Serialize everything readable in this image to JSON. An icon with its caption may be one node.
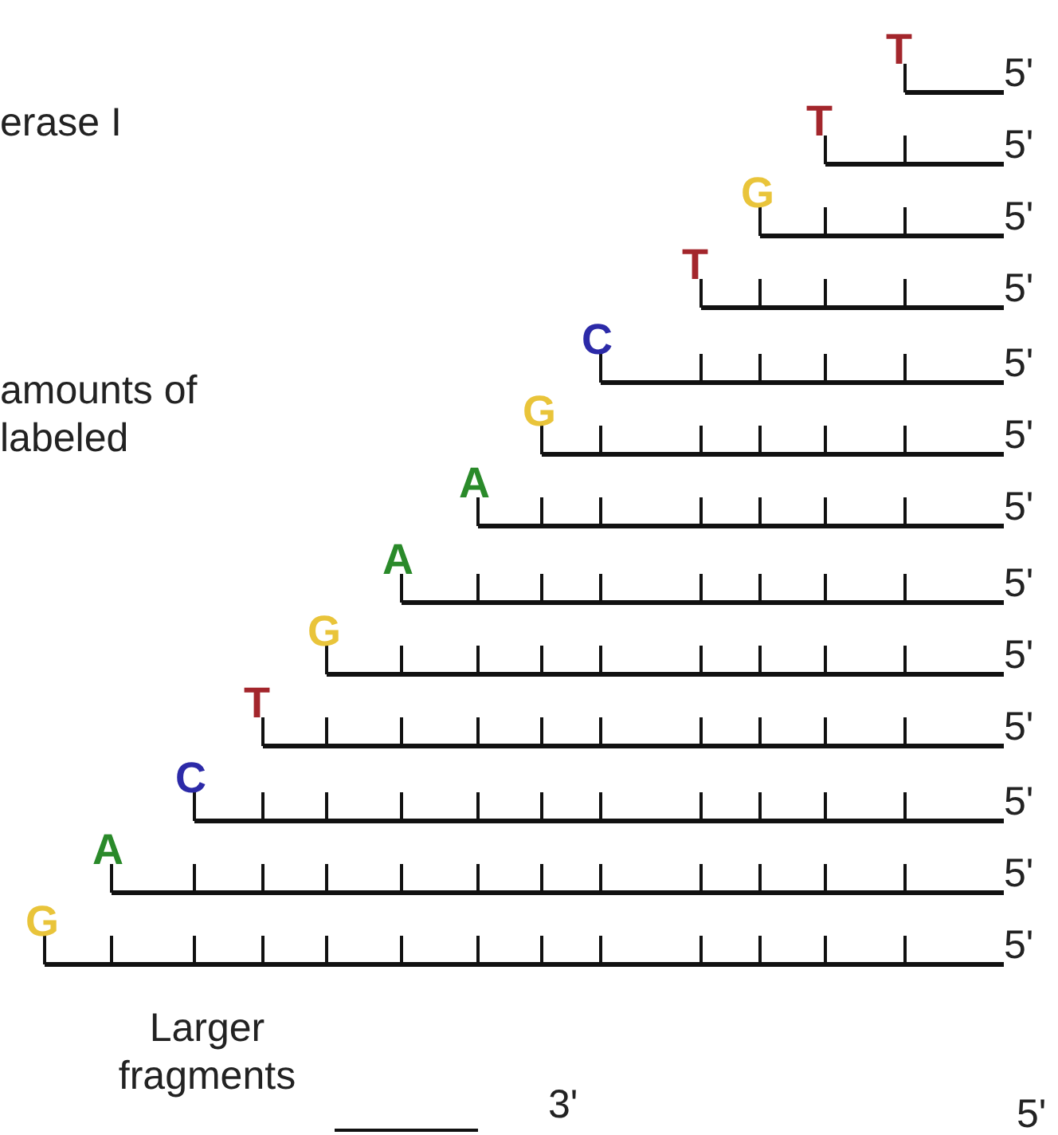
{
  "diagram": {
    "labels": [
      "erase I",
      "amounts of labeled",
      "T",
      "T",
      "G",
      "T",
      "C",
      "G",
      "A",
      "A",
      "G",
      "T",
      "C",
      "A",
      "G",
      "5'",
      "5'",
      "5'",
      "5'",
      "5'",
      "5'",
      "5'",
      "5'",
      "5'",
      "5'",
      "5'",
      "5'",
      "5'",
      "Larger fragments",
      "3'",
      "5'"
    ]
  }
}
